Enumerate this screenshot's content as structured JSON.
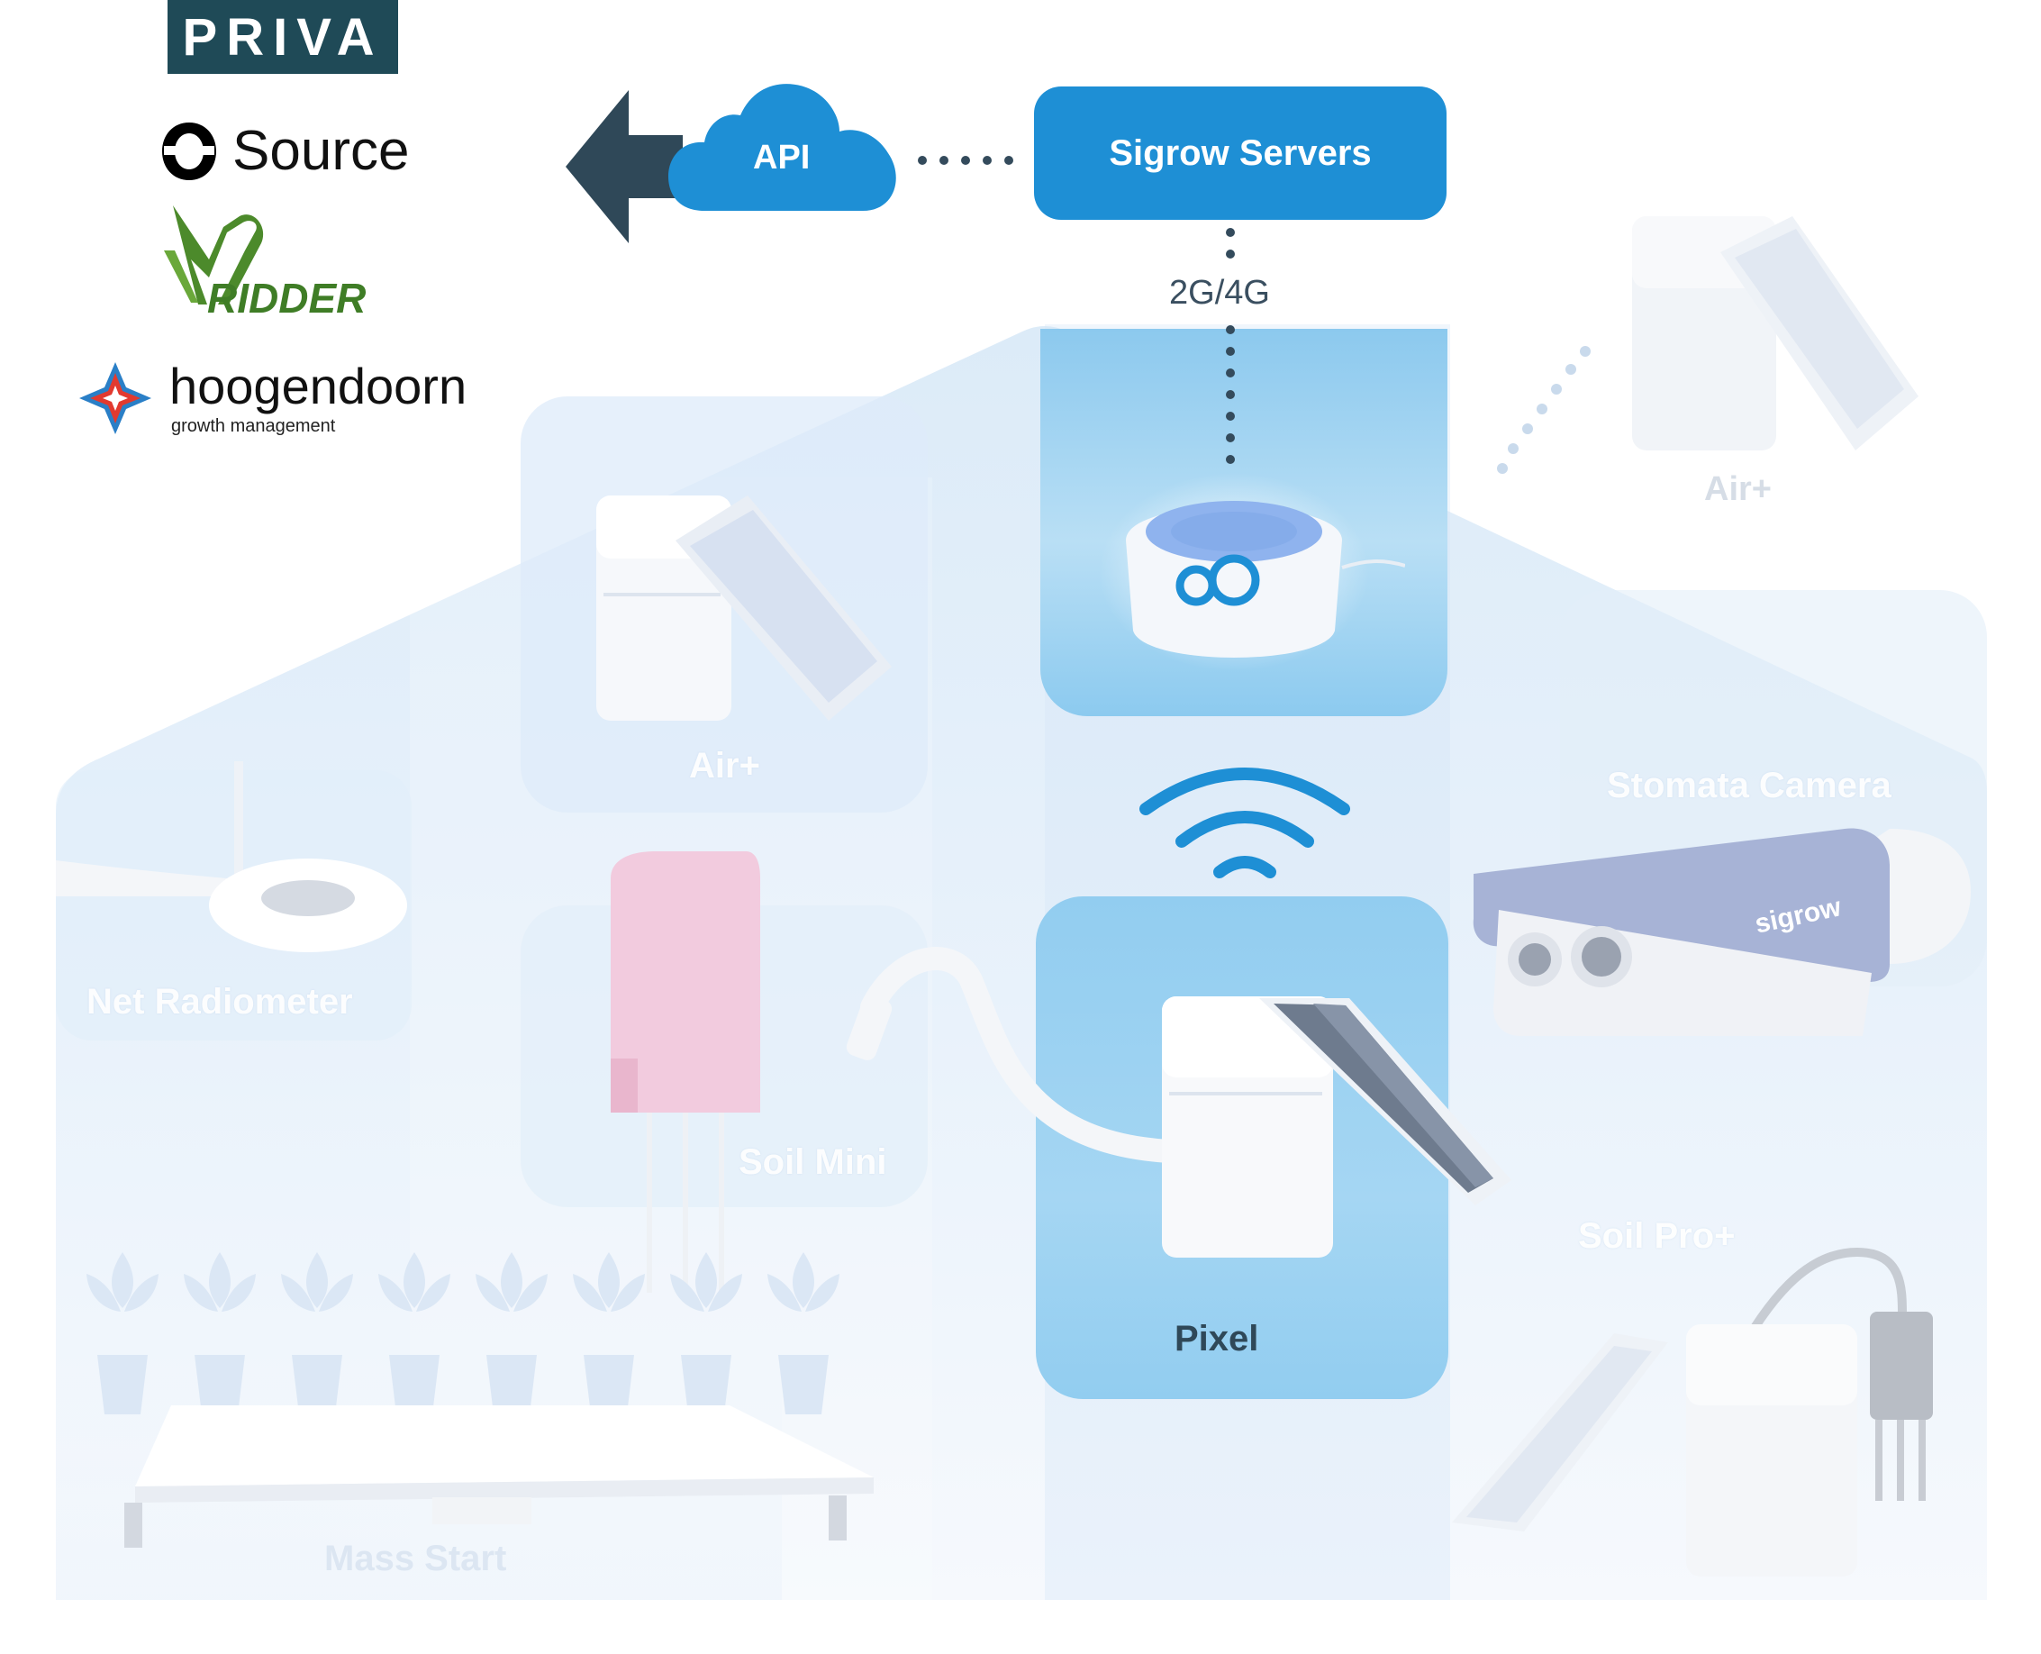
{
  "partners": [
    {
      "name": "priva",
      "text": "PRIVA"
    },
    {
      "name": "source",
      "text": "Source"
    },
    {
      "name": "ridder",
      "text": "RIDDER"
    },
    {
      "name": "hoogendoorn",
      "text": "hoogendoorn",
      "sub": "growth management"
    }
  ],
  "top": {
    "api_label": "API",
    "servers_label": "Sigrow Servers",
    "link_label": "2G/4G"
  },
  "devices": {
    "air_plus_left": "Air+",
    "air_plus_right": "Air+",
    "stomata_camera": "Stomata Camera",
    "net_radiometer": "Net Radiometer",
    "soil_mini": "Soil Mini",
    "pixel": "Pixel",
    "soil_pro_plus": "Soil Pro+",
    "mass_start": "Mass Start"
  },
  "camera_brand": "sigrow",
  "colors": {
    "brand_blue": "#1e8fd5",
    "arrow_dark": "#2f4858",
    "pixel_tile": "#9ed1ef",
    "house_light": "#e6f1fb",
    "dots": "#344b5c"
  },
  "icons": [
    "arrow-left-icon",
    "cloud-icon",
    "wifi-icon",
    "gateway-icon",
    "solar-sensor-icon",
    "camera-icon",
    "plant-icon",
    "pot-icon"
  ]
}
